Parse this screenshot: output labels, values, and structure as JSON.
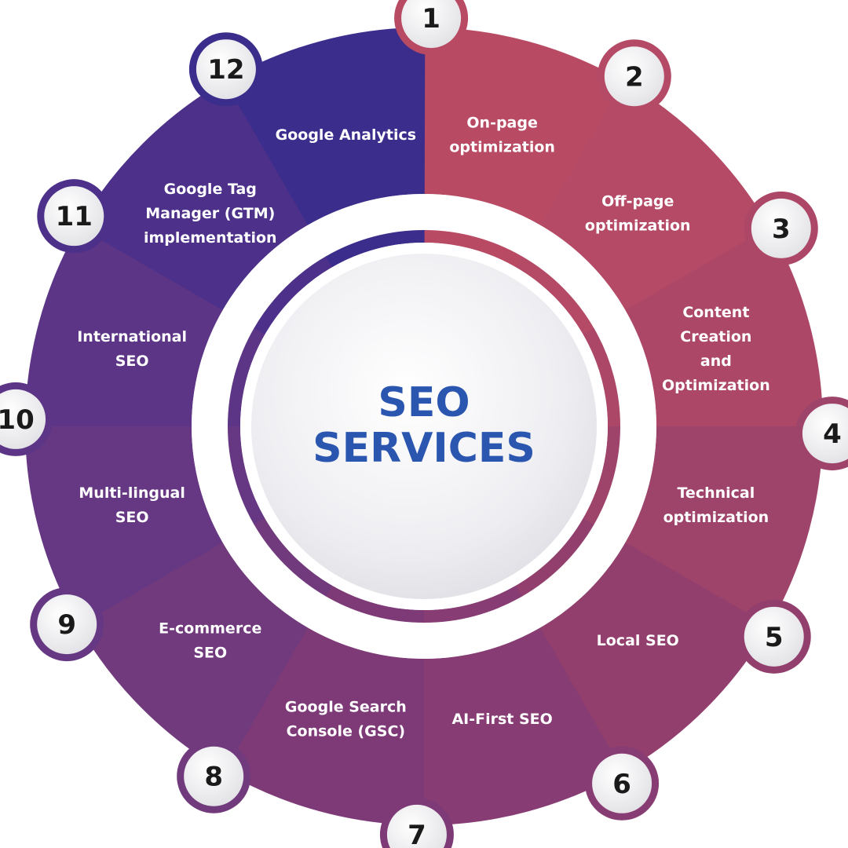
{
  "center": {
    "line1": "SEO",
    "line2": "SERVICES",
    "color": "#2a56b0"
  },
  "services": [
    {
      "number": "1",
      "lines": [
        "On-page",
        "optimization"
      ],
      "color": "#b94a63"
    },
    {
      "number": "2",
      "lines": [
        "Off-page",
        "optimization"
      ],
      "color": "#b54a66"
    },
    {
      "number": "3",
      "lines": [
        "Content",
        "Creation",
        "and",
        "Optimization"
      ],
      "color": "#ac4767"
    },
    {
      "number": "4",
      "lines": [
        "Technical",
        "optimization"
      ],
      "color": "#9e436a"
    },
    {
      "number": "5",
      "lines": [
        "Local SEO"
      ],
      "color": "#923f6e"
    },
    {
      "number": "6",
      "lines": [
        "AI-First SEO"
      ],
      "color": "#873c73"
    },
    {
      "number": "7",
      "lines": [
        "Google Search",
        "Console (GSC)"
      ],
      "color": "#7d3a77"
    },
    {
      "number": "8",
      "lines": [
        "E-commerce",
        "SEO"
      ],
      "color": "#713a7d"
    },
    {
      "number": "9",
      "lines": [
        "Multi-lingual",
        "SEO"
      ],
      "color": "#663883"
    },
    {
      "number": "10",
      "lines": [
        "International",
        "SEO"
      ],
      "color": "#5c3586"
    },
    {
      "number": "11",
      "lines": [
        "Google Tag",
        "Manager (GTM)",
        "implementation"
      ],
      "color": "#4c308a"
    },
    {
      "number": "12",
      "lines": [
        "Google Analytics"
      ],
      "color": "#3a2d8c"
    }
  ],
  "badge": {
    "fill": "#f2f2f4",
    "text_color": "#1a1a1a"
  },
  "background": "#ffffff"
}
